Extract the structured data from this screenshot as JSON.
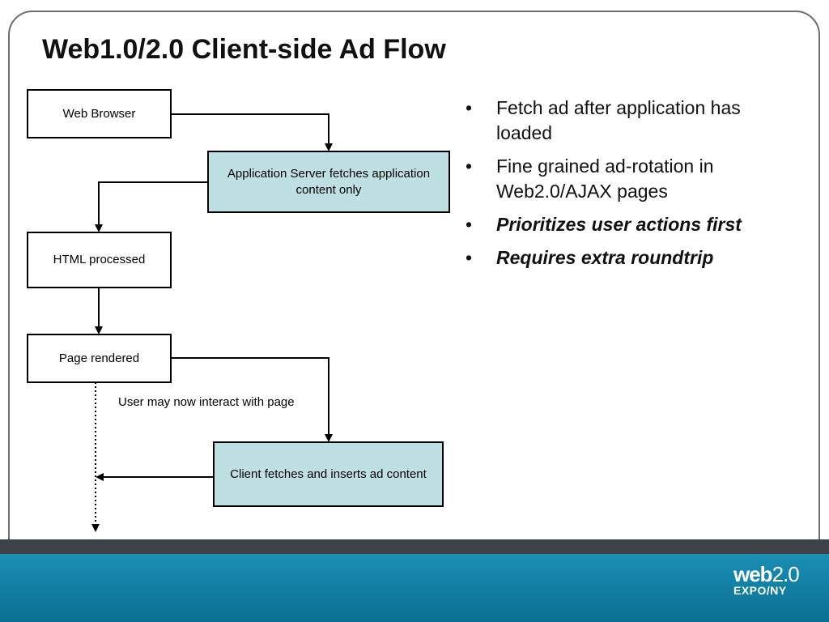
{
  "title": "Web1.0/2.0 Client-side Ad Flow",
  "flow": {
    "web_browser": "Web Browser",
    "app_server": "Application Server fetches application content only",
    "html_processed": "HTML processed",
    "page_rendered": "Page rendered",
    "user_interact": "User may now interact with page",
    "client_fetches": "Client fetches and inserts ad content"
  },
  "bullets": [
    {
      "text": "Fetch ad after application has loaded",
      "emphasis": false
    },
    {
      "text": "Fine grained ad-rotation in Web2.0/AJAX pages",
      "emphasis": false
    },
    {
      "text": "Prioritizes user actions first",
      "emphasis": true
    },
    {
      "text": "Requires extra roundtrip",
      "emphasis": true
    }
  ],
  "bullet_symbol": "•",
  "logo": {
    "web": "web",
    "version": "2.0",
    "expo": "EXPO/",
    "city": "NY"
  },
  "colors": {
    "box_fill": "#bfe0e2",
    "band_teal": "#0f7fa5",
    "band_dark": "#3f4246"
  }
}
